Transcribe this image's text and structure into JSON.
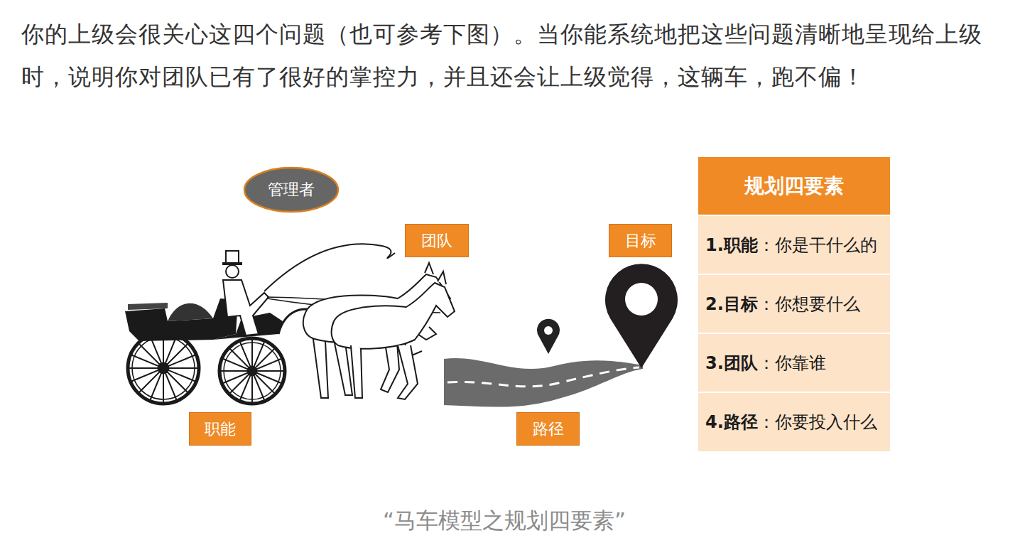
{
  "diagram": {
    "caption": "“马车模型之规划四要素”",
    "nodes": [
      {
        "text": [
          "管理者"
        ]
      },
      {
        "text": [
          "团队"
        ]
      },
      {
        "text": [
          "目标"
        ]
      },
      {
        "text": [
          "规划四要素"
        ]
      },
      {
        "text": [
          "1.职能",
          "：你是干什么的"
        ],
        "in": 3
      },
      {
        "text": [
          "2.目标",
          "：你想要什么"
        ],
        "in": 3
      },
      {
        "text": [
          "3.团队",
          "：你靠谁"
        ],
        "in": 3
      },
      {
        "text": [
          "4.路径",
          "：你要投入什么"
        ],
        "in": 3
      },
      {
        "text": [
          "职能"
        ]
      },
      {
        "text": [
          "路径"
        ]
      }
    ],
    "labels": [
      "你的上级会很关心这四个问题（也可参考下图）。当你能系统地把这些问题清晰地呈现给上级时，说明你对团队已有了很好的掌控力，并且还会让上级觉得，这辆车，跑不偏！"
    ]
  }
}
